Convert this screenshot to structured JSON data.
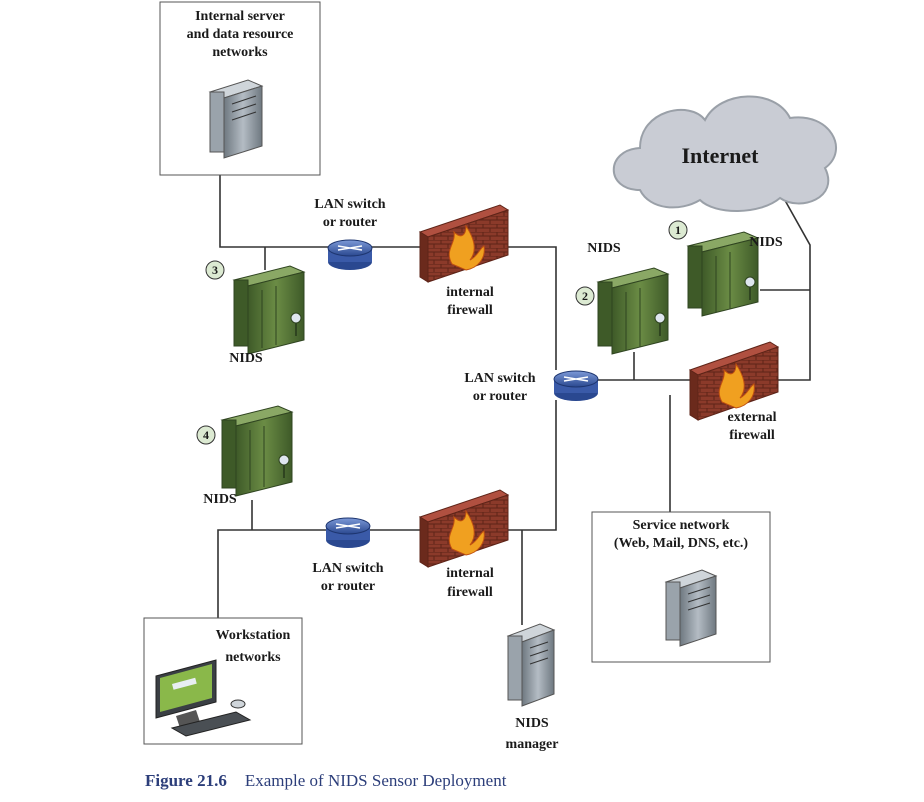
{
  "labels": {
    "internal_server": [
      "Internal server",
      "and data resource",
      "networks"
    ],
    "internet": "Internet",
    "lan_switch_top": [
      "LAN switch",
      "or router"
    ],
    "internal_firewall_top": [
      "internal",
      "firewall"
    ],
    "nids_3": "NIDS",
    "nids_2": "NIDS",
    "nids_1": "NIDS",
    "lan_switch_mid": [
      "LAN switch",
      "or router"
    ],
    "external_firewall": [
      "external",
      "firewall"
    ],
    "nids_4": "NIDS",
    "lan_switch_bottom": [
      "LAN switch",
      "or router"
    ],
    "internal_firewall_bottom": [
      "internal",
      "firewall"
    ],
    "service_network": [
      "Service network",
      "(Web, Mail, DNS, etc.)"
    ],
    "workstation": [
      "Workstation",
      "networks"
    ],
    "nids_manager": [
      "NIDS",
      "manager"
    ]
  },
  "markers": {
    "m1": "1",
    "m2": "2",
    "m3": "3",
    "m4": "4"
  },
  "caption": {
    "figure": "Figure 21.6",
    "text": "Example of NIDS Sensor Deployment"
  },
  "colors": {
    "nids_green": "#5a7a3a",
    "server_gray": "#8c96a0",
    "firewall_brick": "#8b3a2a",
    "router_blue": "#3a5aa8",
    "cloud": "#c9ccd4",
    "caption": "#2c3e7a"
  }
}
